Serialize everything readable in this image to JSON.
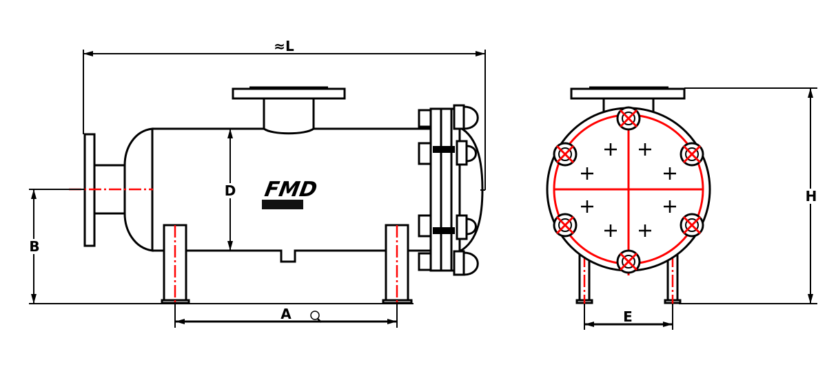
{
  "drawing": {
    "dimensions": {
      "length": "≈L",
      "diameter": "D",
      "centerline_height": "B",
      "leg_spacing": "A",
      "leg_spacing_end": "E",
      "height": "H"
    },
    "logo": "FMD",
    "colors": {
      "line": "#000000",
      "centerline": "#ff0000"
    }
  }
}
